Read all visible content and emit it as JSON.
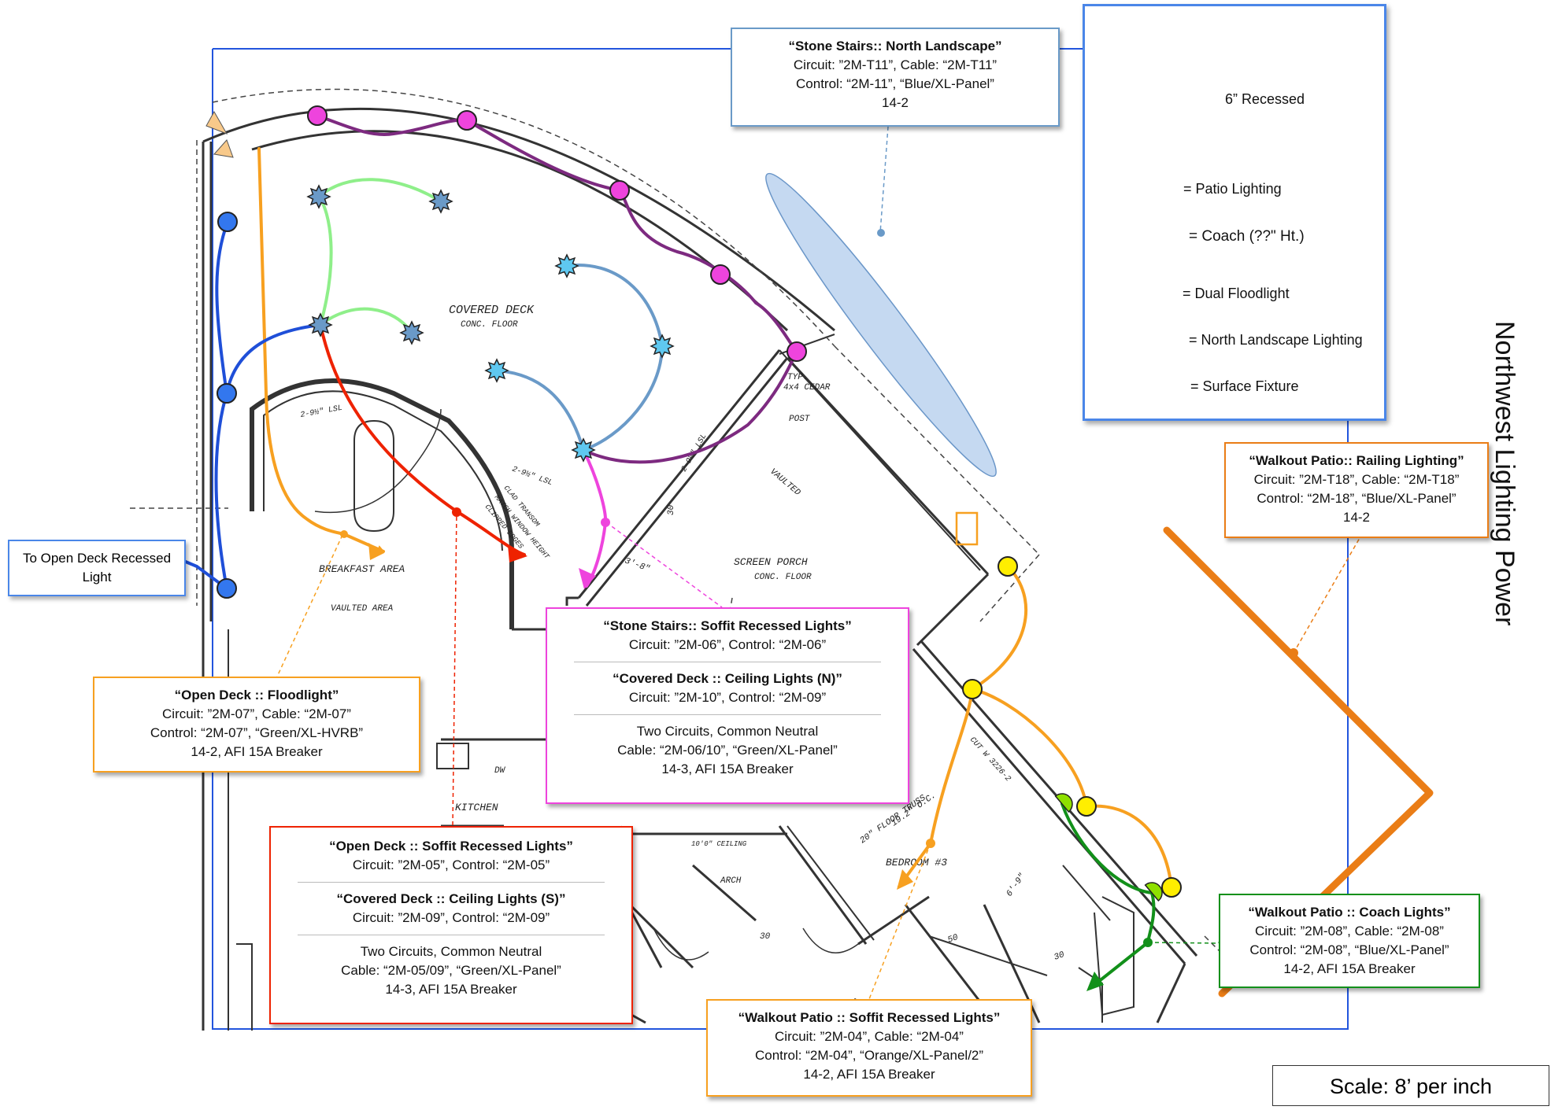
{
  "side_title": "Northwest Lighting Power",
  "scale_label": "Scale: 8’ per inch",
  "to_open_deck": [
    "To Open Deck",
    "Recessed Light"
  ],
  "plan_labels": {
    "covered_deck": "COVERED DECK",
    "conc_floor": "CONC. FLOOR",
    "breakfast": "BREAKFAST AREA",
    "vaulted_area": "VAULTED AREA",
    "screen_porch": "SCREEN PORCH",
    "screen_conc": "CONC. FLOOR",
    "vaulted": "VAULTED",
    "kitchen": "KITCHEN",
    "bedroom": "BEDROOM #3",
    "typ": "TYP.",
    "cedar": "4x4 CEDAR",
    "post": "POST",
    "arch": "ARCH",
    "dw": "DW",
    "lsl1": "2-9½\" LSL",
    "lsl2": "2-9½\" LSL",
    "lsl3": "2-9½\" LSL",
    "dim1": "3'-8\"",
    "dim2": "30",
    "dim3": "30",
    "dim4": "50",
    "dim5": "30",
    "truss": "20\" FLOOR TRUSS",
    "truss2": "19.2\" O.C.",
    "clad": "CLAD TRANSOM",
    "clad2": "MATCH WINDOW HEIGHT",
    "clad3": "CLIPPED EDGES",
    "cut": "CUT W 3226-2",
    "ceiling": "10'0\" CEILING",
    "dim6": "6'-9\""
  },
  "legend": {
    "recessed": "6” Recessed",
    "patio": "= Patio Lighting",
    "coach": "= Coach (??\" Ht.)",
    "flood": "= Dual Floodlight",
    "north": "= North Landscape Lighting",
    "surface": "= Surface Fixture"
  },
  "callouts": {
    "north_landscape": {
      "title": "“Stone Stairs:: North Landscape”",
      "lines": [
        "Circuit: ”2M-T11”, Cable: “2M-T11”",
        "Control: “2M-11”, “Blue/XL-Panel”",
        "14-2"
      ]
    },
    "railing": {
      "title": "“Walkout Patio:: Railing Lighting”",
      "lines": [
        "Circuit: ”2M-T18”, Cable: “2M-T18”",
        "Control: “2M-18”, “Blue/XL-Panel”",
        "14-2"
      ]
    },
    "floodlight": {
      "title": "“Open Deck :: Floodlight”",
      "lines": [
        "Circuit: ”2M-07”, Cable: “2M-07”",
        "Control: “2M-07”, “Green/XL-HVRB”",
        "14-2, AFI 15A Breaker"
      ]
    },
    "stone_soffit": {
      "title1": "“Stone Stairs:: Soffit Recessed Lights”",
      "line1": "Circuit: ”2M-06”, Control: “2M-06”",
      "title2": "“Covered Deck :: Ceiling Lights (N)”",
      "line2": "Circuit: ”2M-10”, Control: “2M-09”",
      "line3": "Two Circuits, Common Neutral",
      "line4": "Cable: “2M-06/10”, “Green/XL-Panel”",
      "line5": "14-3, AFI 15A Breaker"
    },
    "open_soffit": {
      "title1": "“Open Deck :: Soffit Recessed Lights”",
      "line1": "Circuit: ”2M-05”, Control: “2M-05”",
      "title2": "“Covered Deck :: Ceiling Lights (S)”",
      "line2": "Circuit: ”2M-09”, Control: “2M-09”",
      "line3": "Two Circuits, Common Neutral",
      "line4": "Cable: “2M-05/09”, “Green/XL-Panel”",
      "line5": "14-3, AFI 15A Breaker"
    },
    "coach": {
      "title": "“Walkout Patio :: Coach Lights”",
      "lines": [
        "Circuit: ”2M-08”, Cable: “2M-08”",
        "Control: “2M-08”, “Blue/XL-Panel”",
        "14-2, AFI 15A Breaker"
      ]
    },
    "walkout_soffit": {
      "title": "“Walkout Patio :: Soffit Recessed Lights”",
      "lines": [
        "Circuit: ”2M-04”, Cable: “2M-04”",
        "Control: “2M-04”, “Orange/XL-Panel/2”",
        "14-2, AFI 15A Breaker"
      ]
    }
  },
  "colors": {
    "yellow": "#ffee00",
    "magenta": "#ee44dd",
    "red": "#ee2200",
    "blue": "#3377ee",
    "orange": "#f7a020",
    "patio": "#ea7d16",
    "green_wire": "#8fef8a",
    "purple": "#7d2a80",
    "steel": "#6a9ac8",
    "blue_wire": "#1f4fd8",
    "coach_green": "#12901a"
  }
}
